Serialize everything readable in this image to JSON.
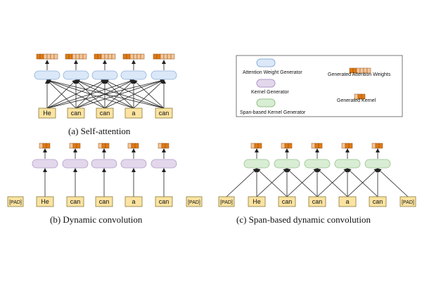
{
  "colors": {
    "token_fill": "#fbe3a1",
    "token_stroke": "#8a7a3a",
    "attention_generator_fill": "#dbe8f8",
    "attention_generator_stroke": "#8fb0d8",
    "kernel_generator_fill": "#e3d7ec",
    "kernel_generator_stroke": "#b09bc7",
    "span_generator_fill": "#d9edd4",
    "span_generator_stroke": "#96c08c",
    "weight_dark": "#e07a14",
    "weight_light": "#f6c79a",
    "weight_stroke": "#8a4b10",
    "edge": "#222222"
  },
  "tokens": [
    "He",
    "can",
    "can",
    "a",
    "can"
  ],
  "pad_label": "[PAD]",
  "captions": {
    "a": "(a) Self-attention",
    "b": "(b) Dynamic convolution",
    "c": "(c) Span-based dynamic convolution"
  },
  "legend": {
    "attention_generator": "Attention Weight Generator",
    "kernel_generator": "Kernel Generator",
    "span_generator": "Span-based Kernel Generator",
    "attention_weights": "Generated Attention Weights",
    "kernel": "Generated Kernel"
  }
}
